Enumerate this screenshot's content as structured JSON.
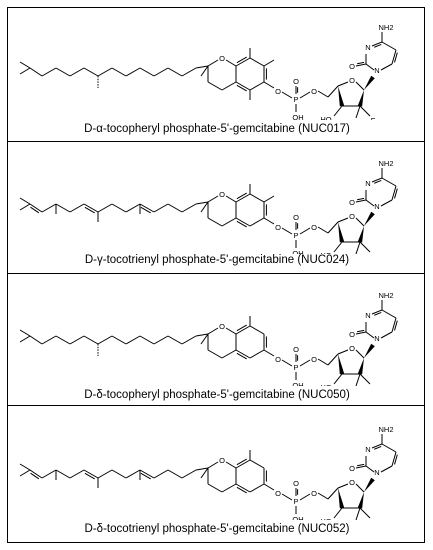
{
  "compounds": [
    {
      "id": "NUC017",
      "caption": "D-α-tocopheryl phosphate-5'-gemcitabine (NUC017)",
      "tail": "phytyl",
      "ring_methyls": 3
    },
    {
      "id": "NUC024",
      "caption": "D-γ-tocotrienyl phosphate-5'-gemcitabine (NUC024)",
      "tail": "trienyl",
      "ring_methyls": 2
    },
    {
      "id": "NUC050",
      "caption": "D-δ-tocopheryl phosphate-5'-gemcitabine (NUC050)",
      "tail": "phytyl",
      "ring_methyls": 1
    },
    {
      "id": "NUC052",
      "caption": "D-δ-tocotrienyl phosphate-5'-gemcitabine (NUC052)",
      "tail": "trienyl",
      "ring_methyls": 1
    }
  ],
  "atoms": {
    "o": "O",
    "p": "P",
    "oh": "OH",
    "ho": "HO",
    "f": "F",
    "n": "N",
    "nh2": "NH2"
  },
  "colors": {
    "ink": "#000000",
    "border": "#000000",
    "background": "#ffffff"
  }
}
